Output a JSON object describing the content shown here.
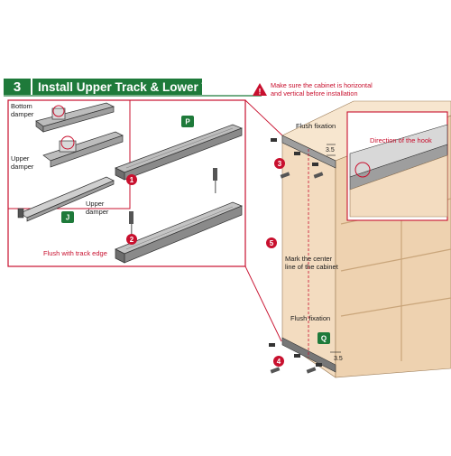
{
  "header": {
    "step_number": "3",
    "title": "Install Upper Track & Lower Track"
  },
  "warning": {
    "line1": "Make sure the cabinet is horizontal",
    "line2": "and vertical before installation"
  },
  "inset": {
    "bottom_damper_line1": "Bottom",
    "bottom_damper_line2": "damper",
    "upper_damper_left_line1": "Upper",
    "upper_damper_left_line2": "damper",
    "upper_damper_right_line1": "Upper",
    "upper_damper_right_line2": "damper",
    "flush_track_edge": "Flush with track edge",
    "badge_p": "P",
    "badge_j": "J",
    "step_1": "1",
    "step_2": "2"
  },
  "cabinet": {
    "flush_fixation_top": "Flush fixation",
    "flush_fixation_bottom": "Flush fixation",
    "direction_hook": "Direction of the hook",
    "mark_center_line1": "Mark the center",
    "mark_center_line2": "line of the cabinet",
    "dim_top": "3.5",
    "dim_bottom": "3.5",
    "badge_q": "Q",
    "step_3": "3",
    "step_4": "4",
    "step_5": "5"
  },
  "colors": {
    "brand_green": "#1e7a3a",
    "accent_red": "#c8102e",
    "wood": "#f3dcc0",
    "wood_dark": "#e6c39c"
  }
}
